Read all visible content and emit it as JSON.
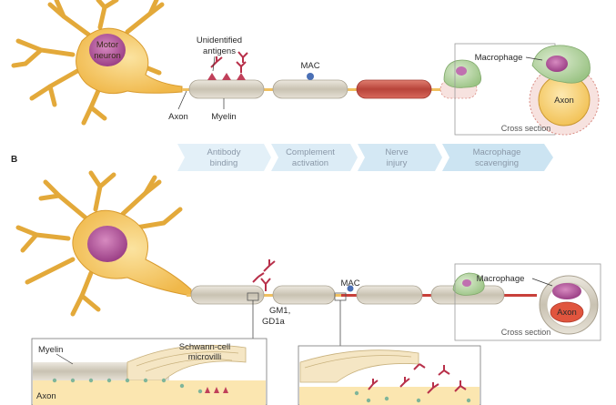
{
  "panel_a": {
    "neuron_label": [
      "Motor",
      "neuron"
    ],
    "antigen_label": [
      "Unidentified",
      "antigens"
    ],
    "mac_label": "MAC",
    "axon_label": "Axon",
    "myelin_label": "Myelin",
    "macrophage_label": "Macrophage",
    "cross_section_axon_label": "Axon",
    "cross_section_label": "Cross section"
  },
  "panel_b": {
    "panel_letter": "B",
    "ganglioside_label": [
      "GM1,",
      "GD1a"
    ],
    "mac_label": "MAC",
    "macrophage_label": "Macrophage",
    "cross_section_axon_label": "Axon",
    "cross_section_label": "Cross section",
    "inset_myelin_label": "Myelin",
    "inset_microvilli_label": [
      "Schwann-cell",
      "microvilli"
    ],
    "inset_axon_label": "Axon"
  },
  "process_steps": [
    [
      "Antibody",
      "binding"
    ],
    [
      "Complement",
      "activation"
    ],
    [
      "Nerve",
      "injury"
    ],
    [
      "Macrophage",
      "scavenging"
    ]
  ],
  "colors": {
    "neuron": "#f3c25a",
    "nucleus": "#b0559a",
    "myelin": "#d8d2c4",
    "injured_segment": "#c8554a",
    "macrophage": "#b9d7a8",
    "arrow": "#dcecf6",
    "antigen": "#c0405a",
    "mac": "#4a6fb5"
  }
}
